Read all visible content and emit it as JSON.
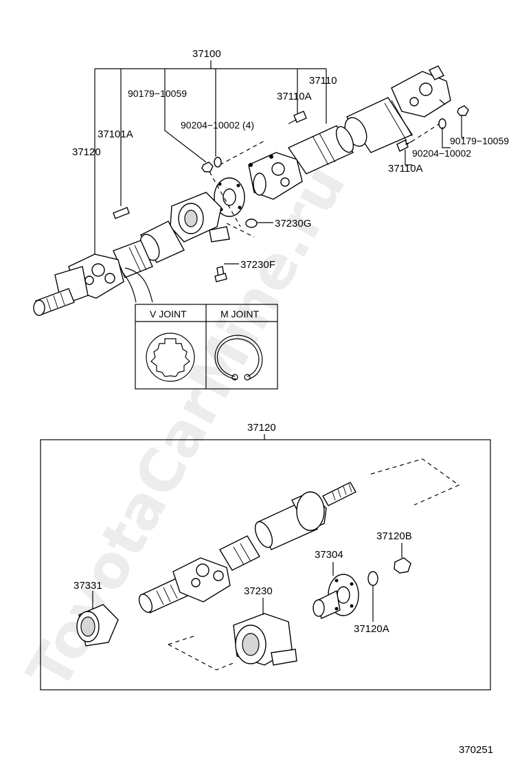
{
  "diagram": {
    "watermark": "ToyotaCarMine.ru",
    "figure_number": "370251",
    "labels": {
      "l37100": "37100",
      "l37110": "37110",
      "l90179a": "90179−10059",
      "l37110A_top": "37110A",
      "l90204a": "90204−10002 (4)",
      "l37101A": "37101A",
      "l37120_left": "37120",
      "l90179b": "90179−10059",
      "l90204b": "90204−10002",
      "l37110A_right": "37110A",
      "l37230G": "37230G",
      "l37230F": "37230F",
      "l37120_box": "37120",
      "l37120B": "37120B",
      "l37304": "37304",
      "l37331": "37331",
      "l37230": "37230",
      "l37120A": "37120A"
    },
    "joint_box": {
      "v_joint": "V JOINT",
      "m_joint": "M JOINT"
    }
  }
}
